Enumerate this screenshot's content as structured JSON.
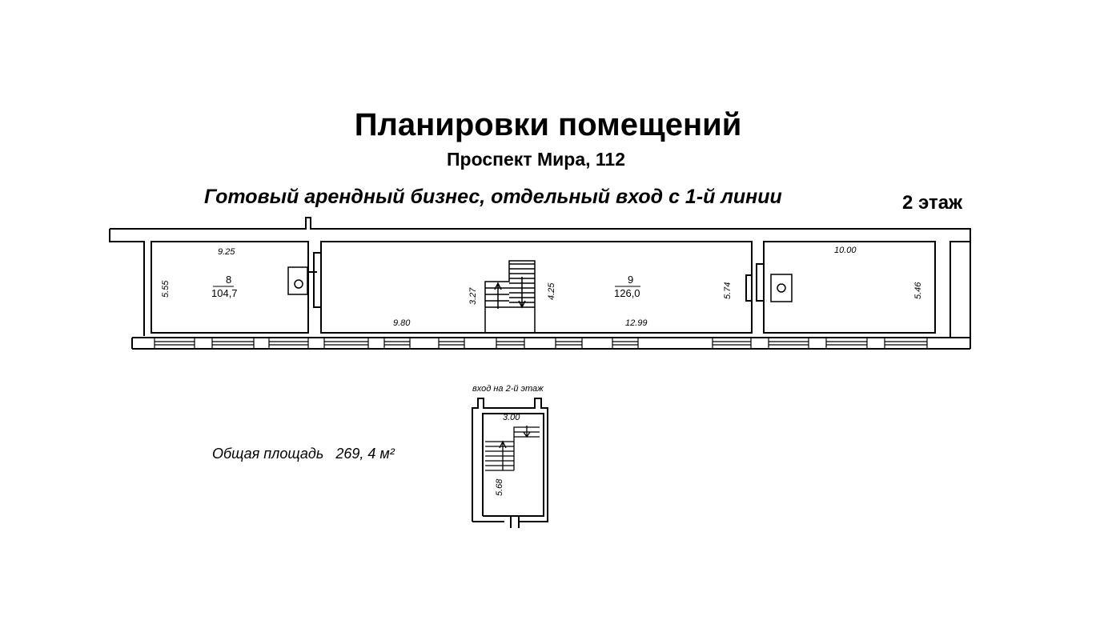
{
  "header": {
    "title": "Планировки помещений",
    "address": "Проспект Мира, 112",
    "tagline": "Готовый арендный бизнес, отдельный вход с 1-й линии",
    "floor": "2 этаж"
  },
  "rooms": [
    {
      "number": "8",
      "area": "104,7"
    },
    {
      "number": "9",
      "area": "126,0"
    }
  ],
  "dimensions": {
    "room8_width": "9.25",
    "room8_height": "5.55",
    "stair_left": "3.27",
    "stair_right": "4.25",
    "room9_bottom_left": "9.80",
    "room9_bottom_right": "12.99",
    "room9_right": "5.74",
    "room10_width": "10.00",
    "room10_height": "5.46",
    "entrance_width": "3.00",
    "entrance_height": "5.68"
  },
  "entrance_label": "вход на  2-й этаж",
  "total_area": {
    "label": "Общая площадь",
    "value": "269, 4 м²"
  }
}
